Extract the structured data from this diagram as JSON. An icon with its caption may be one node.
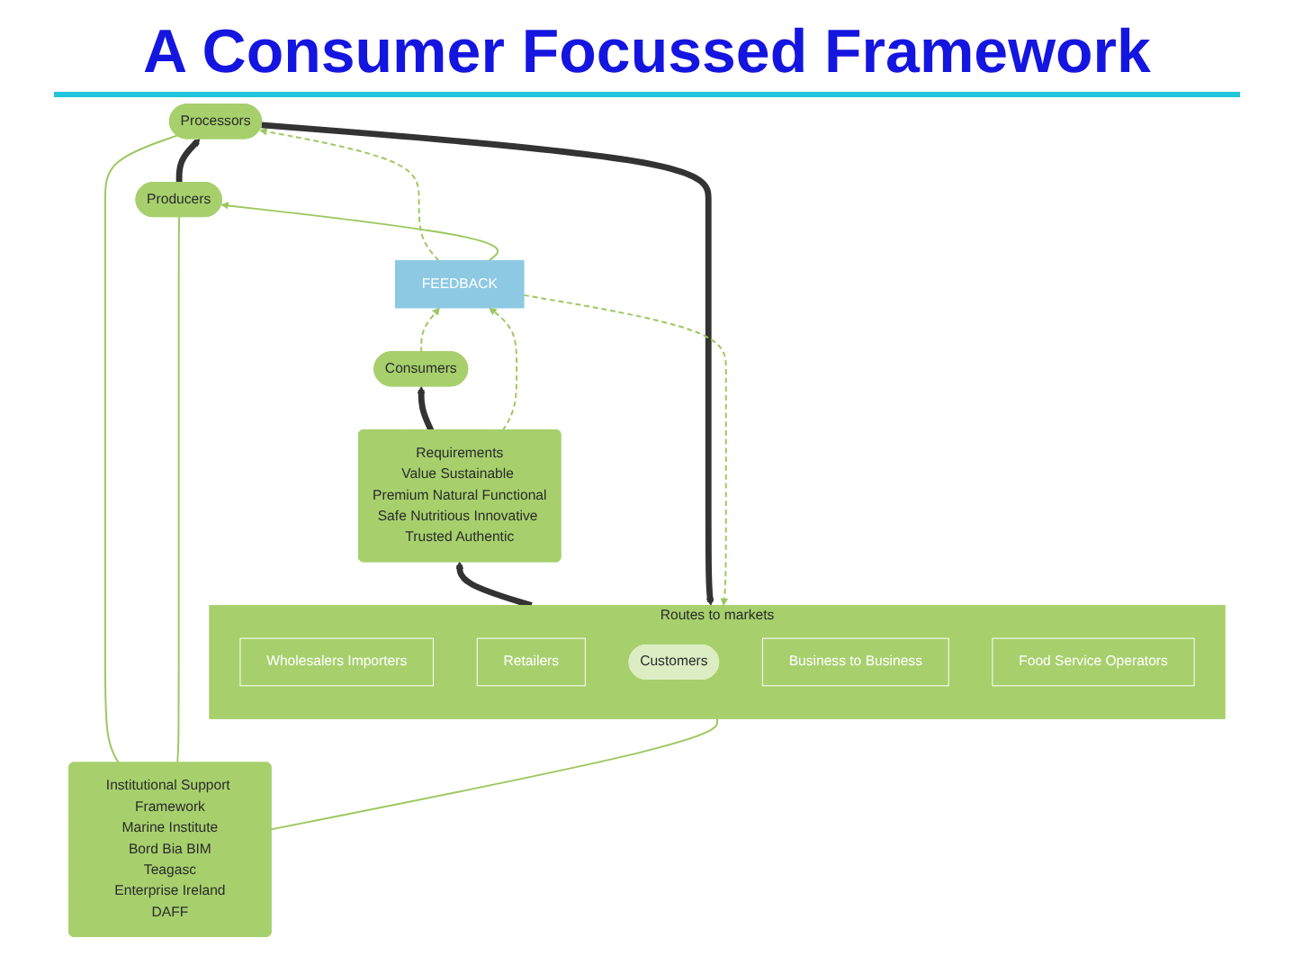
{
  "diagram": {
    "title": "A Consumer Focussed Framework",
    "nodes": [
      {
        "text": [
          "Consumers"
        ]
      },
      {
        "text": [
          "Requirements",
          "Value Sustainable Premium Natural Functional",
          "Safe Nutritious Innovative Trusted Authentic"
        ]
      },
      {
        "text": [
          "Routes to markets"
        ]
      },
      {
        "text": [
          "Wholesalers Importers"
        ],
        "in": 2
      },
      {
        "text": [
          "Retailers"
        ],
        "in": 2
      },
      {
        "text": [
          "Customers"
        ],
        "in": 2
      },
      {
        "text": [
          "Business to Business"
        ],
        "in": 2
      },
      {
        "text": [
          "Food Service Operators"
        ],
        "in": 2
      },
      {
        "text": [
          "Processors"
        ]
      },
      {
        "text": [
          "Producers"
        ]
      },
      {
        "text": [
          "Institutional Support Framework",
          "Marine Institute",
          "Bord Bia BIM",
          "Teagasc",
          "Enterprise Ireland",
          "DAFF"
        ]
      },
      {
        "text": [
          "FEEDBACK"
        ]
      }
    ],
    "edges": [
      {
        "from": 1,
        "to": 0,
        "arrow": "to",
        "style": "thick",
        "color": "#333333"
      },
      {
        "from": 2,
        "to": 1,
        "arrow": "to",
        "style": "thick",
        "color": "#333333"
      },
      {
        "from": 8,
        "to": 2,
        "arrow": "to",
        "style": "thick",
        "color": "#333333"
      },
      {
        "from": 9,
        "to": 8,
        "arrow": "to",
        "style": "thick",
        "color": "#333333"
      },
      {
        "from": 0,
        "to": 11,
        "arrow": "to",
        "style": "dashed"
      },
      {
        "from": 1,
        "to": 11,
        "arrow": "to",
        "style": "dashed"
      },
      {
        "from": 11,
        "to": 2,
        "arrow": "to",
        "style": "dashed"
      },
      {
        "from": 11,
        "to": 8,
        "arrow": "to",
        "style": "dashed"
      },
      {
        "from": 11,
        "to": 9,
        "arrow": "to"
      },
      {
        "from": 10,
        "to": 2,
        "arrow": "none"
      },
      {
        "from": 10,
        "to": 8,
        "arrow": "none"
      },
      {
        "from": 10,
        "to": 9,
        "arrow": "none"
      }
    ]
  }
}
